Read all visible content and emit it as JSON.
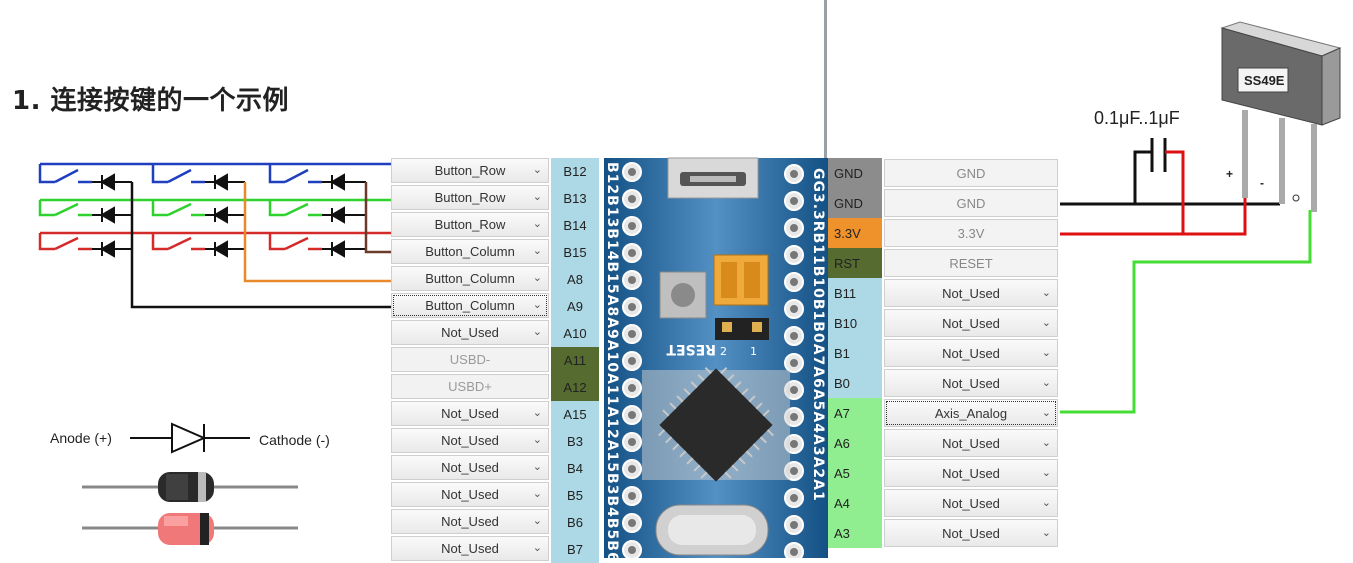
{
  "heading": "1. 连接按键的一个示例",
  "diode_legend": {
    "anode": "Anode (+)",
    "cathode": "Cathode (-)"
  },
  "capacitor_label": "0.1μF..1μF",
  "sensor": {
    "label": "SS49E",
    "plus": "+",
    "minus": "-"
  },
  "left_header": {
    "rows": [
      {
        "config": "Button_Row",
        "pin": "B12",
        "kind": "select"
      },
      {
        "config": "Button_Row",
        "pin": "B13",
        "kind": "select"
      },
      {
        "config": "Button_Row",
        "pin": "B14",
        "kind": "select"
      },
      {
        "config": "Button_Column",
        "pin": "B15",
        "kind": "select"
      },
      {
        "config": "Button_Column",
        "pin": "A8",
        "kind": "select"
      },
      {
        "config": "Button_Column",
        "pin": "A9",
        "kind": "select-active"
      },
      {
        "config": "Not_Used",
        "pin": "A10",
        "kind": "select"
      },
      {
        "config": "USBD-",
        "pin": "A11",
        "kind": "disabled"
      },
      {
        "config": "USBD+",
        "pin": "A12",
        "kind": "disabled"
      },
      {
        "config": "Not_Used",
        "pin": "A15",
        "kind": "select"
      },
      {
        "config": "Not_Used",
        "pin": "B3",
        "kind": "select"
      },
      {
        "config": "Not_Used",
        "pin": "B4",
        "kind": "select"
      },
      {
        "config": "Not_Used",
        "pin": "B5",
        "kind": "select"
      },
      {
        "config": "Not_Used",
        "pin": "B6",
        "kind": "select"
      },
      {
        "config": "Not_Used",
        "pin": "B7",
        "kind": "select"
      }
    ]
  },
  "right_header": {
    "rows": [
      {
        "pin": "GND",
        "config": "GND",
        "kind": "plain",
        "color": "#8c8c8c"
      },
      {
        "pin": "GND",
        "config": "GND",
        "kind": "plain",
        "color": "#8c8c8c"
      },
      {
        "pin": "3.3V",
        "config": "3.3V",
        "kind": "plain",
        "color": "#f0922b"
      },
      {
        "pin": "RST",
        "config": "RESET",
        "kind": "plain",
        "color": "#556b2f"
      },
      {
        "pin": "B11",
        "config": "Not_Used",
        "kind": "select",
        "color": "#add8e6"
      },
      {
        "pin": "B10",
        "config": "Not_Used",
        "kind": "select",
        "color": "#add8e6"
      },
      {
        "pin": "B1",
        "config": "Not_Used",
        "kind": "select",
        "color": "#add8e6"
      },
      {
        "pin": "B0",
        "config": "Not_Used",
        "kind": "select",
        "color": "#add8e6"
      },
      {
        "pin": "A7",
        "config": "Axis_Analog",
        "kind": "select-active",
        "color": "#90ee90"
      },
      {
        "pin": "A6",
        "config": "Not_Used",
        "kind": "select",
        "color": "#90ee90"
      },
      {
        "pin": "A5",
        "config": "Not_Used",
        "kind": "select",
        "color": "#90ee90"
      },
      {
        "pin": "A4",
        "config": "Not_Used",
        "kind": "select",
        "color": "#90ee90"
      },
      {
        "pin": "A3",
        "config": "Not_Used",
        "kind": "select",
        "color": "#90ee90"
      }
    ]
  },
  "board": {
    "left_pin_text": "B12B13B14B15A8A9A10A11A12A15B3B4B5B6",
    "right_pin_text": "GG3.3RB11B10B1B0A7A6A5A4A3A2A1",
    "reset_text": "RESET",
    "jumper_labels": [
      "2",
      "1"
    ]
  },
  "colors": {
    "row_blue": "#1f3fbf",
    "row_green": "#2ed12e",
    "row_red": "#d42a2a",
    "col_orange": "#e8892b",
    "col_brown": "#6b3a2a",
    "wire_black": "#111111",
    "wire_red": "#dd1111",
    "wire_green": "#44dd33",
    "left_pin_blue": "#add8e6",
    "left_pin_olive": "#556b2f"
  }
}
